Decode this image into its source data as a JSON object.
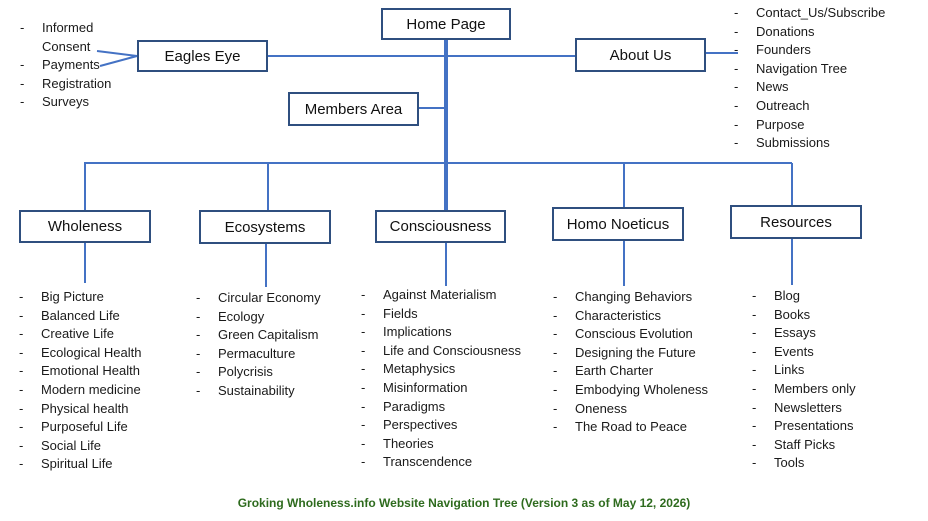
{
  "diagram": {
    "root": {
      "label": "Home Page"
    },
    "eagles_eye": {
      "label": "Eagles Eye",
      "items": [
        "Informed Consent",
        "Payments",
        "Registration",
        "Surveys"
      ]
    },
    "about_us": {
      "label": "About Us",
      "items": [
        "Contact_Us/Subscribe",
        "Donations",
        "Founders",
        "Navigation Tree",
        "News",
        "Outreach",
        "Purpose",
        "Submissions"
      ]
    },
    "members_area": {
      "label": "Members Area"
    },
    "sections": [
      {
        "label": "Wholeness",
        "items": [
          "Big Picture",
          "Balanced Life",
          "Creative Life",
          "Ecological Health",
          "Emotional Health",
          "Modern medicine",
          "Physical health",
          "Purposeful Life",
          "Social Life",
          "Spiritual Life"
        ]
      },
      {
        "label": "Ecosystems",
        "items": [
          "Circular Economy",
          "Ecology",
          "Green Capitalism",
          "Permaculture",
          "Polycrisis",
          "Sustainability"
        ]
      },
      {
        "label": "Consciousness",
        "items": [
          "Against Materialism",
          "Fields",
          "Implications",
          "Life and Consciousness",
          "Metaphysics",
          "Misinformation",
          "Paradigms",
          "Perspectives",
          "Theories",
          "Transcendence"
        ]
      },
      {
        "label": "Homo Noeticus",
        "items": [
          "Changing Behaviors",
          "Characteristics",
          "Conscious Evolution",
          "Designing the Future",
          "Earth Charter",
          "Embodying Wholeness",
          "Oneness",
          "The Road to Peace"
        ]
      },
      {
        "label": "Resources",
        "items": [
          "Blog",
          "Books",
          "Essays",
          "Events",
          "Links",
          "Members only",
          "Newsletters",
          "Presentations",
          "Staff Picks",
          "Tools"
        ]
      }
    ],
    "bullet": "-",
    "caption": "Groking Wholeness.info Website Navigation Tree (Version 3 as of May 12, 2026)",
    "colors": {
      "line": "#4472c4",
      "box_border": "#2f4f7f",
      "caption": "#2e6b1e"
    }
  }
}
